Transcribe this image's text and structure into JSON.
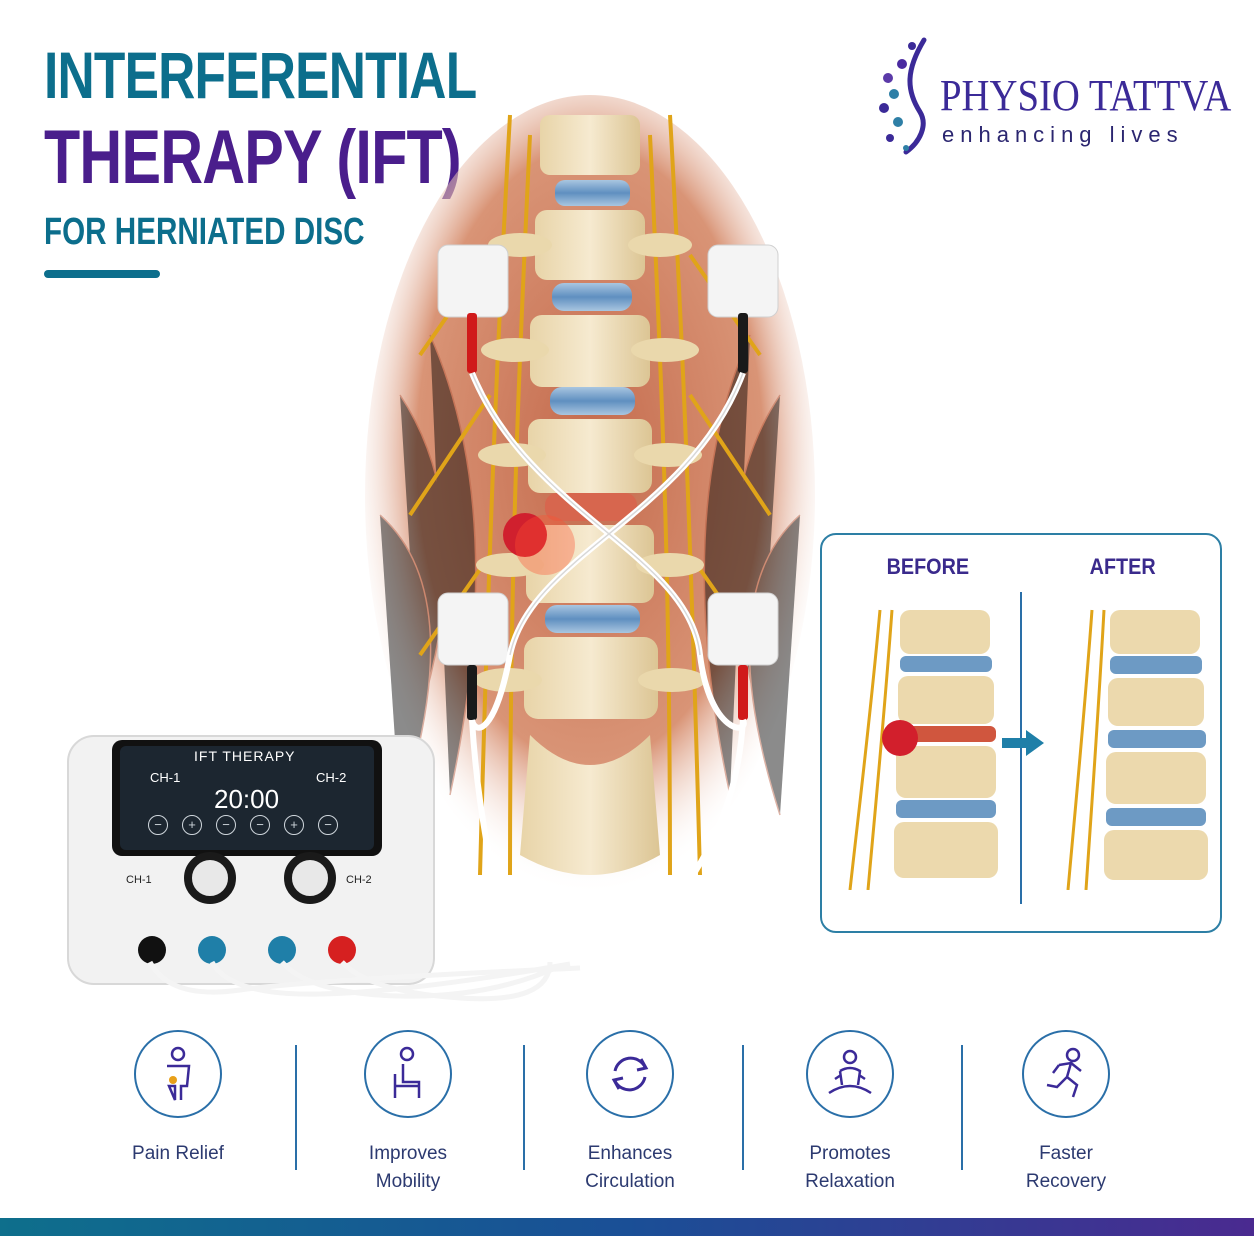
{
  "title": {
    "line1": "INTERFERENTIAL",
    "line2": "THERAPY (IFT)",
    "subtitle": "FOR HERNIATED DISC"
  },
  "logo": {
    "name": "PHYSIO TATTVA",
    "tagline": "enhancing lives",
    "icon": "spine-dots-logo-icon"
  },
  "device": {
    "screen_title": "IFT THERAPY",
    "ch1_label": "CH-1",
    "ch2_label": "CH-2",
    "timer": "20:00",
    "buttons": [
      "−",
      "+",
      "−",
      "−",
      "+",
      "−"
    ],
    "knob_left_label": "CH-1",
    "knob_right_label": "CH-2"
  },
  "comparison": {
    "before_label": "BEFORE",
    "after_label": "AFTER",
    "arrow_icon": "right-arrow-icon"
  },
  "benefits": [
    {
      "label": "Pain Relief",
      "icon": "pain-relief-icon"
    },
    {
      "label": "Improves\nMobility",
      "icon": "seated-person-icon"
    },
    {
      "label": "Enhances\nCirculation",
      "icon": "circulation-arrows-icon"
    },
    {
      "label": "Promotes\nRelaxation",
      "icon": "meditation-icon"
    },
    {
      "label": "Faster\nRecovery",
      "icon": "running-person-icon"
    }
  ],
  "colors": {
    "teal": "#0c6e8c",
    "purple": "#4a1e8c",
    "outline_blue": "#2a6fa8",
    "label_navy": "#2c3a70"
  }
}
